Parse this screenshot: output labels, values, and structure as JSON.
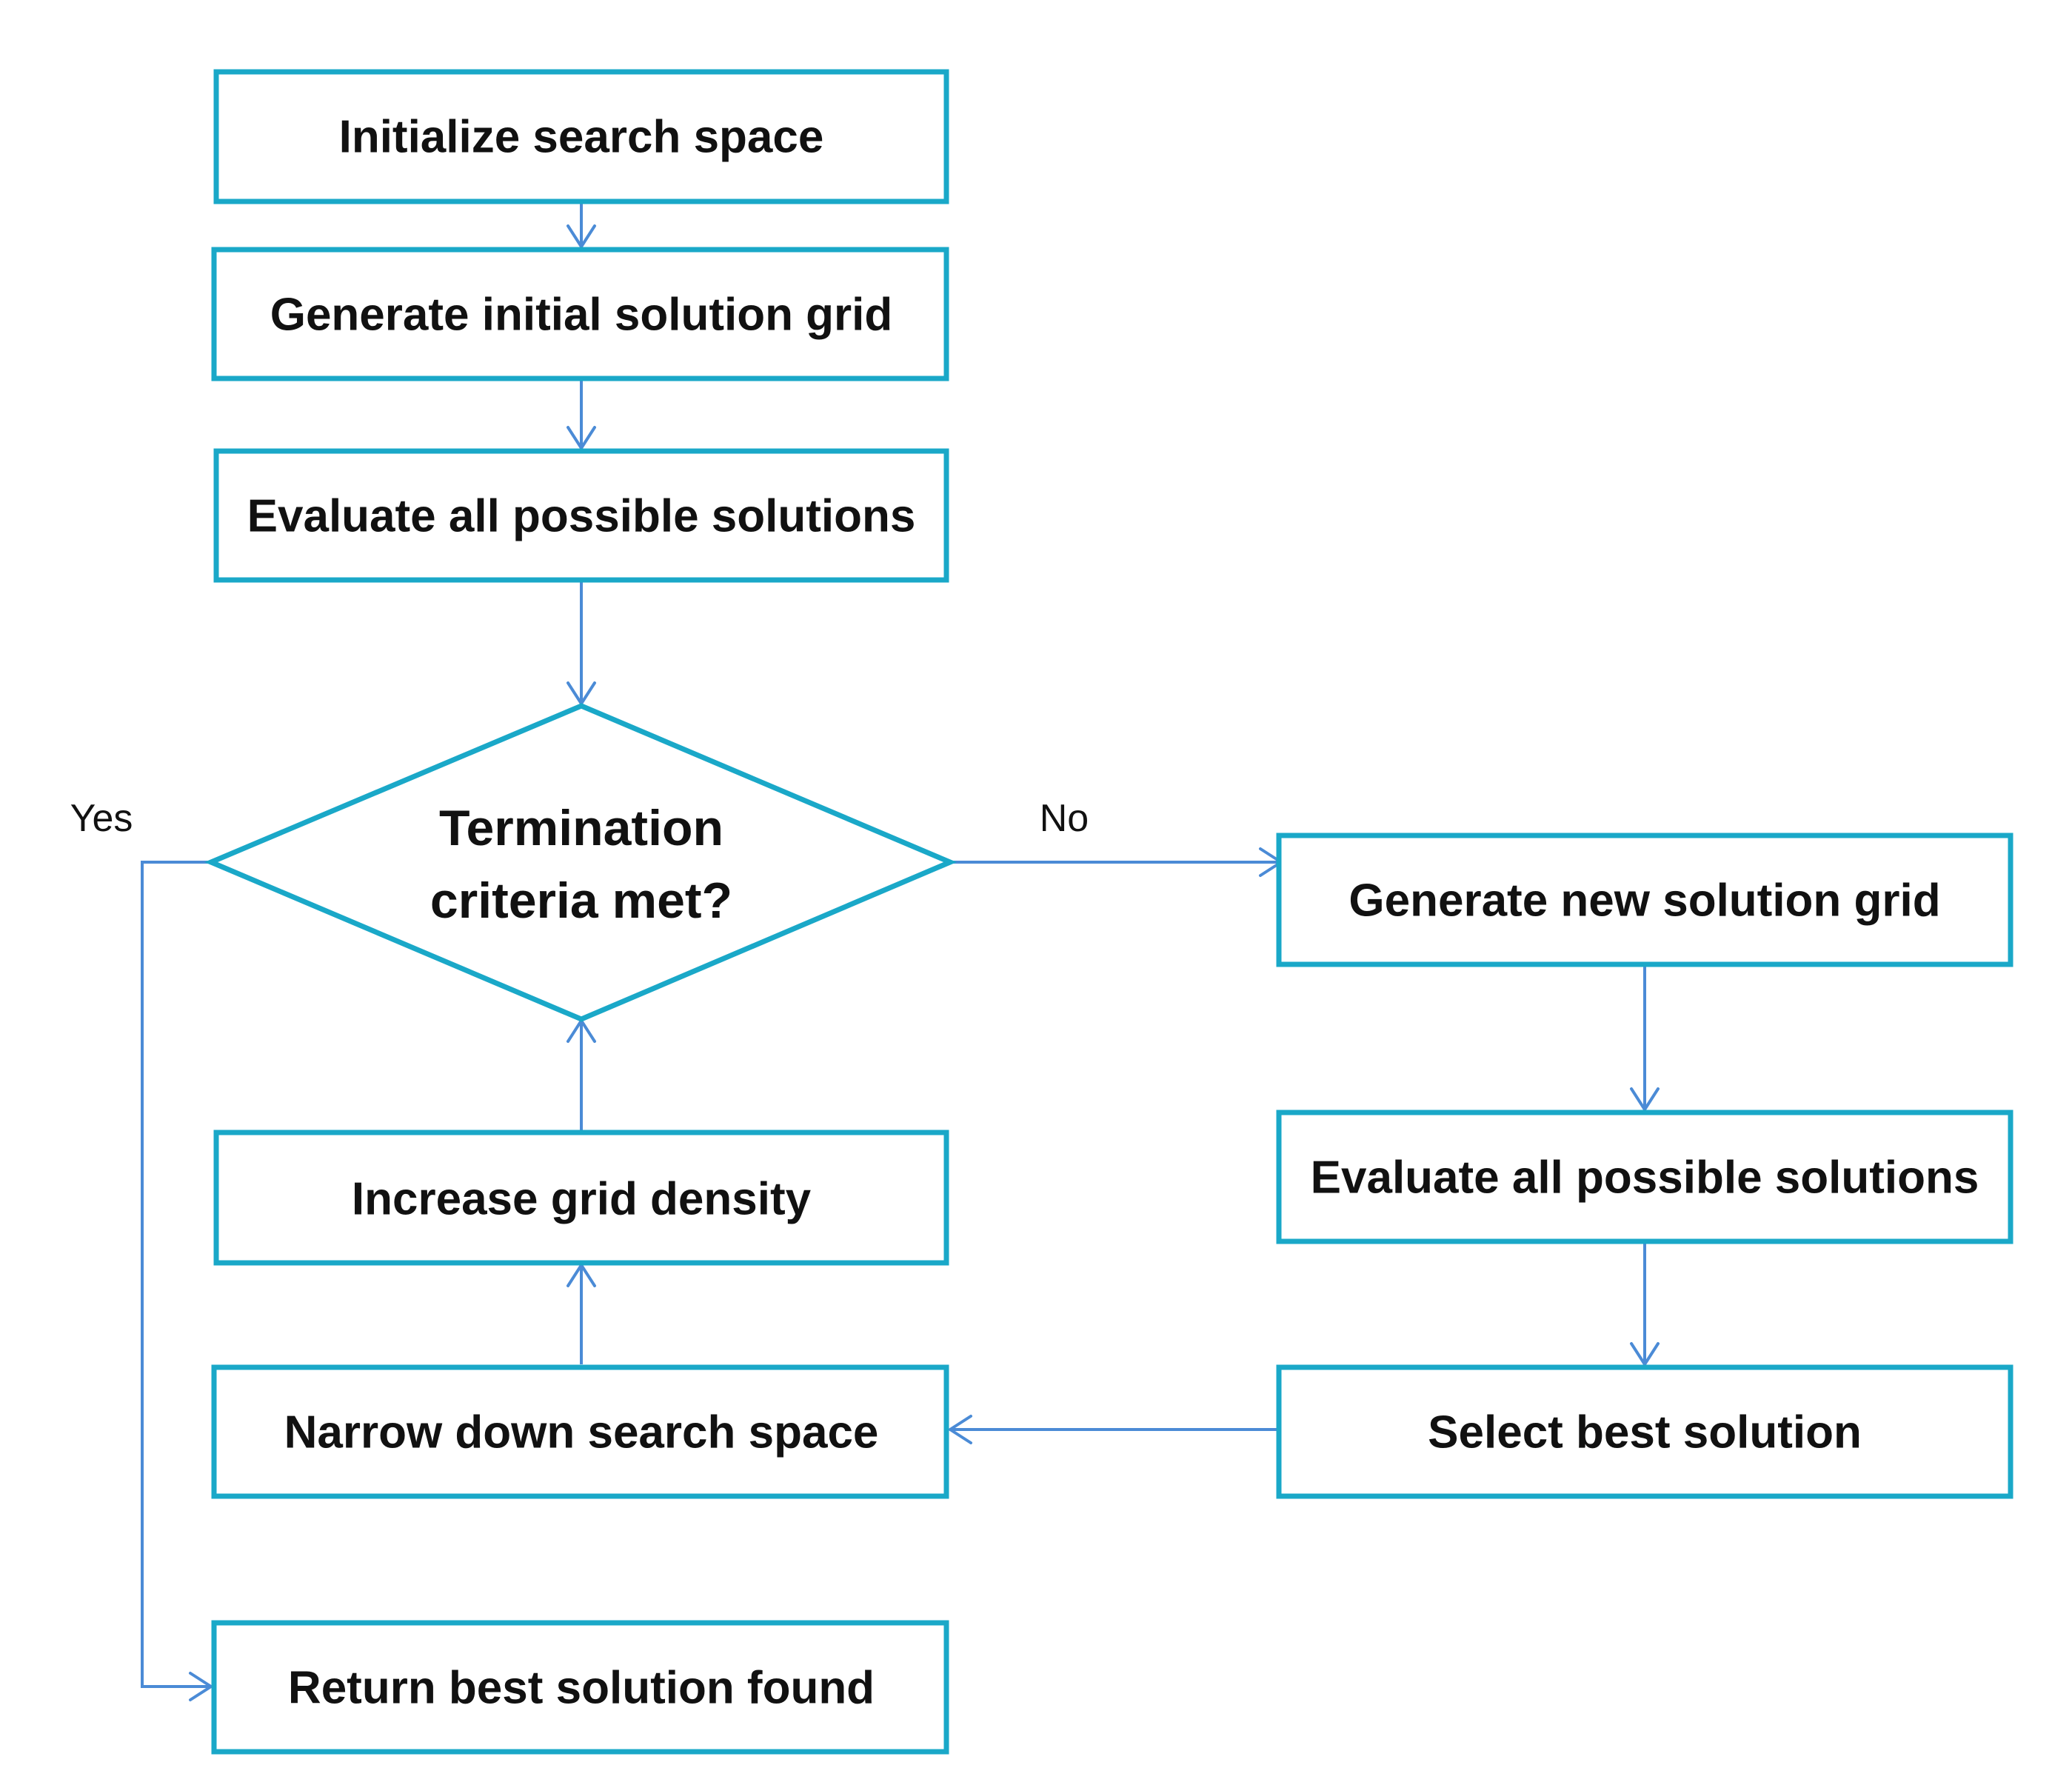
{
  "diagram": {
    "nodes": {
      "init": "Initialize search space",
      "gen_initial": "Generate initial solution grid",
      "eval_1": "Evaluate all possible solutions",
      "decision_line_1": "Termination",
      "decision_line_2": "criteria met?",
      "gen_new": "Generate new solution grid",
      "eval_2": "Evaluate all possible solutions",
      "select_best": "Select best solution",
      "narrow": "Narrow down search space",
      "increase": "Increase grid density",
      "return_best": "Return best solution found"
    },
    "edge_labels": {
      "yes": "Yes",
      "no": "No"
    },
    "colors": {
      "box_border": "#1aa8c8",
      "arrow": "#4b8bd6",
      "text": "#111111"
    }
  }
}
